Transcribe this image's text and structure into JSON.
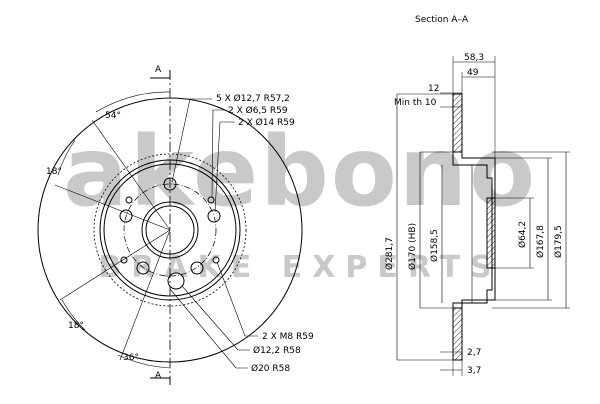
{
  "watermark": {
    "brand": "akebono",
    "tagline": "BRAKE EXPERTS"
  },
  "front_view": {
    "section_marker": "A",
    "angles": [
      "54°",
      "18°",
      "18°",
      "36°"
    ],
    "callouts": [
      "5 X Ø12,7 R57,2",
      "2 X Ø6,5 R59",
      "2 X Ø14 R59",
      "2 X M8 R59",
      "Ø12,2 R58",
      "Ø20 R58"
    ]
  },
  "section_view": {
    "title": "Section A–A",
    "top_dims": [
      "58,3",
      "49",
      "12"
    ],
    "min_thickness": "Min th 10",
    "diameters": [
      "Ø281,7",
      "Ø170 (HB)",
      "Ø158,5",
      "Ø64,2",
      "Ø167,8",
      "Ø179,5"
    ],
    "bottom_dims": [
      "2,7",
      "3,7"
    ]
  }
}
